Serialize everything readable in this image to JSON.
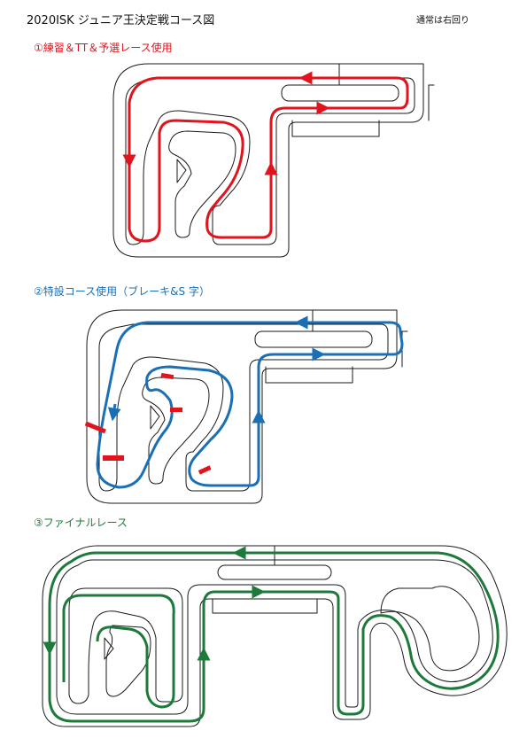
{
  "header": {
    "title": "2020ISK ジュニア王決定戦コース図",
    "note": "通常は右回り"
  },
  "sections": [
    {
      "label": "①練習＆TT＆予選レース使用",
      "color": "#e1141e"
    },
    {
      "label": "②特設コース使用（ブレーキ&S 字）",
      "color": "#1a6fb5"
    },
    {
      "label": "③ファイナルレース",
      "color": "#1d7a3a"
    }
  ],
  "colors": {
    "track_outline": "#1a1a1a",
    "chicane_block": "#e1141e"
  },
  "icons": {
    "direction": "arrow-icon"
  }
}
